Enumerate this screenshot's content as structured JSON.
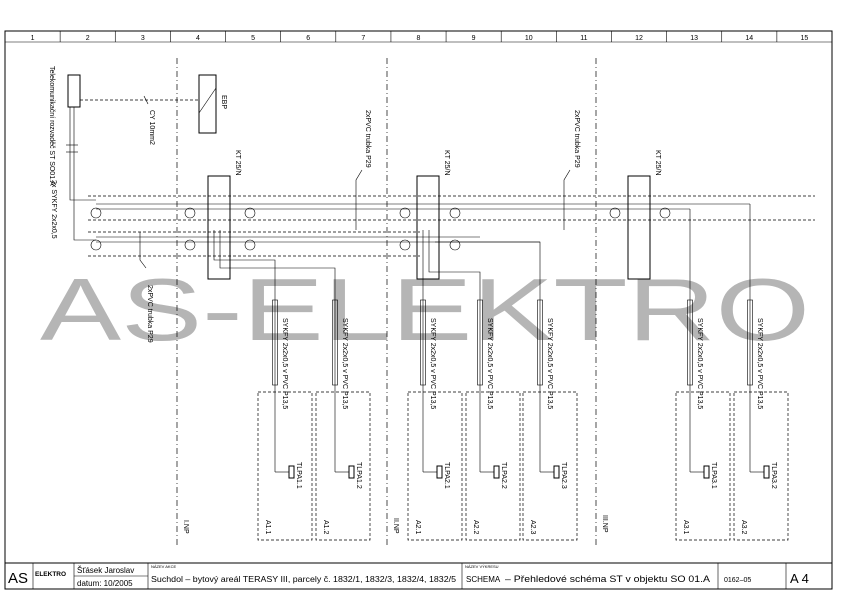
{
  "watermark": "AS-ELEKTRO",
  "grid_columns": [
    "1",
    "2",
    "3",
    "4",
    "5",
    "6",
    "7",
    "8",
    "9",
    "10",
    "11",
    "12",
    "13",
    "14",
    "15"
  ],
  "elements": {
    "telecom_cabinet": "Telekomunikační rozvaděč ST SO01.A",
    "ebp": "EBP",
    "cy_cable": "CY 10mm2",
    "main_cable": "2x SYKFY 2x2x0,5",
    "pvc_tube_1": "2xPVC trubka P29",
    "pvc_tube_2": "2xPVC trubka P29",
    "pvc_tube_3": "2xPVC trubka P29",
    "kt_1": "KT 25/N",
    "kt_2": "KT 25/N",
    "kt_3": "KT 25/N"
  },
  "drops": [
    {
      "cable": "SYKFY 2x2x0,5 v PVC P13,5",
      "socket": "TLPA1.1",
      "room": "A1.1"
    },
    {
      "cable": "SYKFY 2x2x0,5 v PVC P13,5",
      "socket": "TLPA1.2",
      "room": "A1.2"
    },
    {
      "cable": "SYKFY 2x2x0,5 v PVC P13,5",
      "socket": "TLPA2.1",
      "room": "A2.1"
    },
    {
      "cable": "SYKFY 2x2x0,5 v PVC P13,5",
      "socket": "TLPA2.2",
      "room": "A2.2"
    },
    {
      "cable": "SYKFY 2x2x0,5 v PVC P13,5",
      "socket": "TLPA2.3",
      "room": "A2.3"
    },
    {
      "cable": "SYKFY 2x2x0,5 v PVC P13,5",
      "socket": "TLPA3.1",
      "room": "A3.1"
    },
    {
      "cable": "SYKFY 2x2x0,5 v PVC P13,5",
      "socket": "TLPA3.2",
      "room": "A3.2"
    }
  ],
  "floors": [
    "I.NP",
    "II.NP",
    "III.NP"
  ],
  "title_block": {
    "logo_as": "AS",
    "logo_elektro": "ELEKTRO",
    "author": "Šťásek Jaroslav",
    "date": "datum: 10/2005",
    "project_label": "NÁZEV AKCE",
    "project": "Suchdol – bytový areál TERASY III, parcely č. 1832/1, 1832/3, 1832/4, 1832/5",
    "drawing_label": "NÁZEV VÝKRESU",
    "drawing_type": "SCHEMA",
    "drawing_title": "– Přehledové schéma ST v objektu SO 01.A",
    "number": "0162–05",
    "format": "A 4"
  }
}
